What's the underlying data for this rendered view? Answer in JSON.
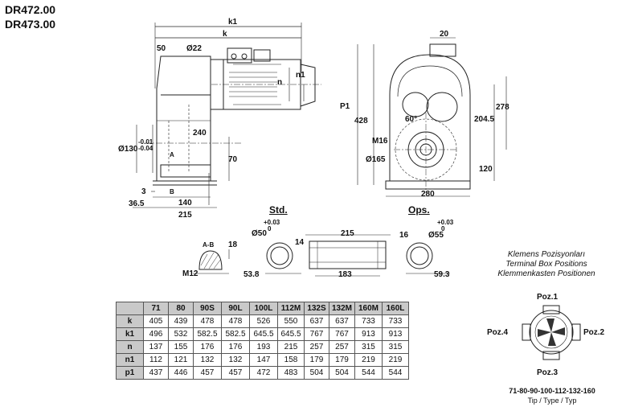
{
  "titles": {
    "model1": "DR472.00",
    "model2": "DR473.00"
  },
  "side_view": {
    "labels": {
      "k1": "k1",
      "k": "k",
      "d50": "50",
      "d22": "Ø22",
      "n1": "n1",
      "n": "n",
      "d240": "240",
      "d130": "Ø130",
      "tol_upper": "-0.01",
      "tol_lower": "-0.04",
      "d70": "70",
      "A": "A",
      "B": "B",
      "d3": "3",
      "d365": "36.5",
      "d140": "140",
      "d215": "215"
    }
  },
  "front_view": {
    "labels": {
      "d20": "20",
      "P1": "P1",
      "d428": "428",
      "d278": "278",
      "d2045": "204.5",
      "d60": "60°",
      "M16": "M16",
      "d165": "Ø165",
      "d120": "120",
      "d280": "280"
    }
  },
  "shaft_views": {
    "std_title": "Std.",
    "ops_title": "Ops.",
    "labels": {
      "AB": "A-B",
      "d18": "18",
      "M12": "M12",
      "d50": "Ø50",
      "tol50_upper": "+0.03",
      "tol50_lower": "0",
      "d14": "14",
      "d538": "53.8",
      "d215": "215",
      "d183": "183",
      "d16": "16",
      "d55": "Ø55",
      "tol55_upper": "+0.03",
      "tol55_lower": "0",
      "d593": "59.3"
    }
  },
  "terminal_box": {
    "title_lines": [
      "Klemens Pozisyonları",
      "Terminal Box Positions",
      "Klemmenkasten Positionen"
    ],
    "poz1": "Poz.1",
    "poz2": "Poz.2",
    "poz3": "Poz.3",
    "poz4": "Poz.4",
    "types": "71-80-90-100-112-132-160",
    "type_caption": "Tip / Type / Typ"
  },
  "table": {
    "columns": [
      "71",
      "80",
      "90S",
      "90L",
      "100L",
      "112M",
      "132S",
      "132M",
      "160M",
      "160L"
    ],
    "rows": [
      {
        "label": "k",
        "values": [
          "405",
          "439",
          "478",
          "478",
          "526",
          "550",
          "637",
          "637",
          "733",
          "733"
        ]
      },
      {
        "label": "k1",
        "values": [
          "496",
          "532",
          "582.5",
          "582.5",
          "645.5",
          "645.5",
          "767",
          "767",
          "913",
          "913"
        ]
      },
      {
        "label": "n",
        "values": [
          "137",
          "155",
          "176",
          "176",
          "193",
          "215",
          "257",
          "257",
          "315",
          "315"
        ]
      },
      {
        "label": "n1",
        "values": [
          "112",
          "121",
          "132",
          "132",
          "147",
          "158",
          "179",
          "179",
          "219",
          "219"
        ]
      },
      {
        "label": "p1",
        "values": [
          "437",
          "446",
          "457",
          "457",
          "472",
          "483",
          "504",
          "504",
          "544",
          "544"
        ]
      }
    ]
  }
}
